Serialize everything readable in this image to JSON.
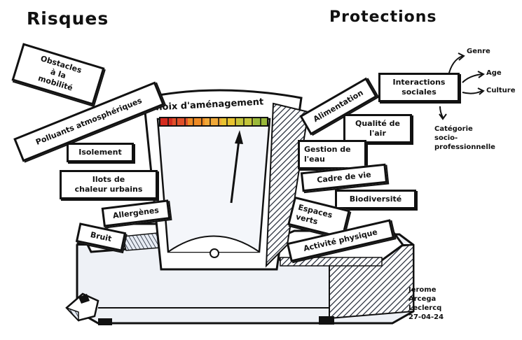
{
  "titles": {
    "risks": "Risques",
    "protections": "Protections"
  },
  "scale": {
    "dial_label": "Choix d'aménagement"
  },
  "risks": {
    "obstacles": [
      "Obstacles",
      "à la",
      "mobilité"
    ],
    "polluants": "Polluants atmosphériques",
    "isolement": "Isolement",
    "ilots": [
      "Ilots de",
      "chaleur urbains"
    ],
    "allergenes": "Allergènes",
    "bruit": "Bruit"
  },
  "protections": {
    "alimentation": "Alimentation",
    "qualite_air": [
      "Qualité de",
      "l'air"
    ],
    "gestion_eau": [
      "Gestion de",
      "l'eau"
    ],
    "cadre_vie": "Cadre de vie",
    "biodiversite": "Biodiversité",
    "espaces_verts": [
      "Espaces",
      "verts"
    ],
    "activite": "Activité physique",
    "interactions": [
      "Interactions",
      "sociales"
    ]
  },
  "factors": {
    "genre": "Genre",
    "age": "Age",
    "culture": "Culture",
    "categorie": [
      "Catégorie",
      "socio-",
      "professionnelle"
    ]
  },
  "signature": [
    "Jerome",
    "Arcega",
    "Leclercq",
    "27-04-24"
  ],
  "colors": {
    "ink": "#111111",
    "dial_red": "#d42a1e",
    "dial_orange": "#ee8a24",
    "dial_yellow": "#e8c330",
    "dial_green": "#9ab93a",
    "shade": "#5b6a86"
  }
}
